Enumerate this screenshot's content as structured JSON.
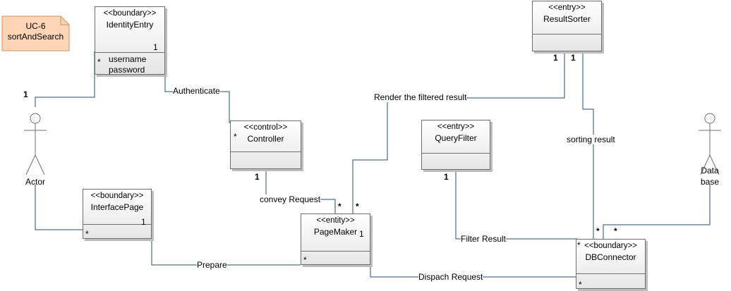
{
  "note": {
    "line1": "UC-6",
    "line2": "sortAndSearch"
  },
  "classes": {
    "identity_entry": {
      "stereotype": "<<boundary>>",
      "name": "IdentityEntry",
      "attr1": "username",
      "attr2": "password"
    },
    "controller": {
      "stereotype": "<<control>>",
      "name": "Controller"
    },
    "interface_page": {
      "stereotype": "<<boundary>>",
      "name": "InterfacePage"
    },
    "page_maker": {
      "stereotype": "<<entity>>",
      "name": "PageMaker"
    },
    "result_sorter": {
      "stereotype": "<<entry>>",
      "name": "ResultSorter"
    },
    "query_filter": {
      "stereotype": "<<entry>>",
      "name": "QueryFilter"
    },
    "db_connector": {
      "stereotype": "<<boundary>>",
      "name": "DBConnector"
    }
  },
  "actors": {
    "actor": {
      "name": "Actor"
    },
    "database": {
      "line1": "Data",
      "line2": "base"
    }
  },
  "connections": {
    "authenticate": "Authenticate",
    "render_filtered": "Render the filtered result",
    "convey_request": "convey Request",
    "prepare": "Prepare",
    "sorting_result": "sorting result",
    "filter_result": "Filter Result",
    "dispach_request": "Dispach Request"
  },
  "multiplicity": {
    "one": "1",
    "many": "*"
  },
  "colors": {
    "note_fill": "#fbd5b4",
    "note_border": "#d9904f",
    "line": "#1f4e79",
    "box_border": "#6f6f6f"
  }
}
